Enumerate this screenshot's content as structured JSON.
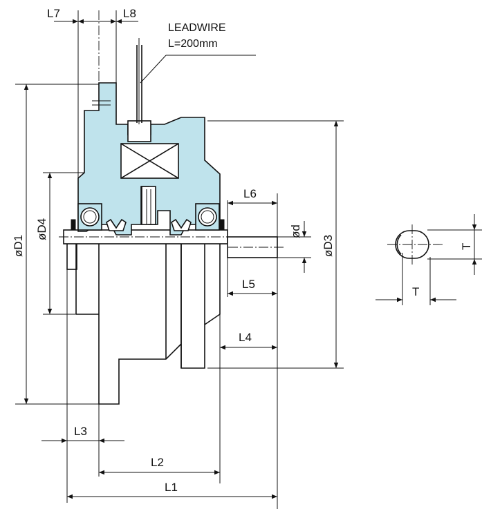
{
  "labels": {
    "l7": "L7",
    "l8": "L8",
    "leadwire_line1": "LEADWIRE",
    "leadwire_line2": "L=200mm",
    "d1": "øD1",
    "d4": "øD4",
    "d3": "øD3",
    "d_small": "ød",
    "l6": "L6",
    "l5": "L5",
    "l4": "L4",
    "l3": "L3",
    "l2": "L2",
    "l1": "L1",
    "t_vertical": "T",
    "t_horizontal": "T"
  },
  "colors": {
    "body_fill": "#bfe3ec",
    "line": "#111111"
  }
}
